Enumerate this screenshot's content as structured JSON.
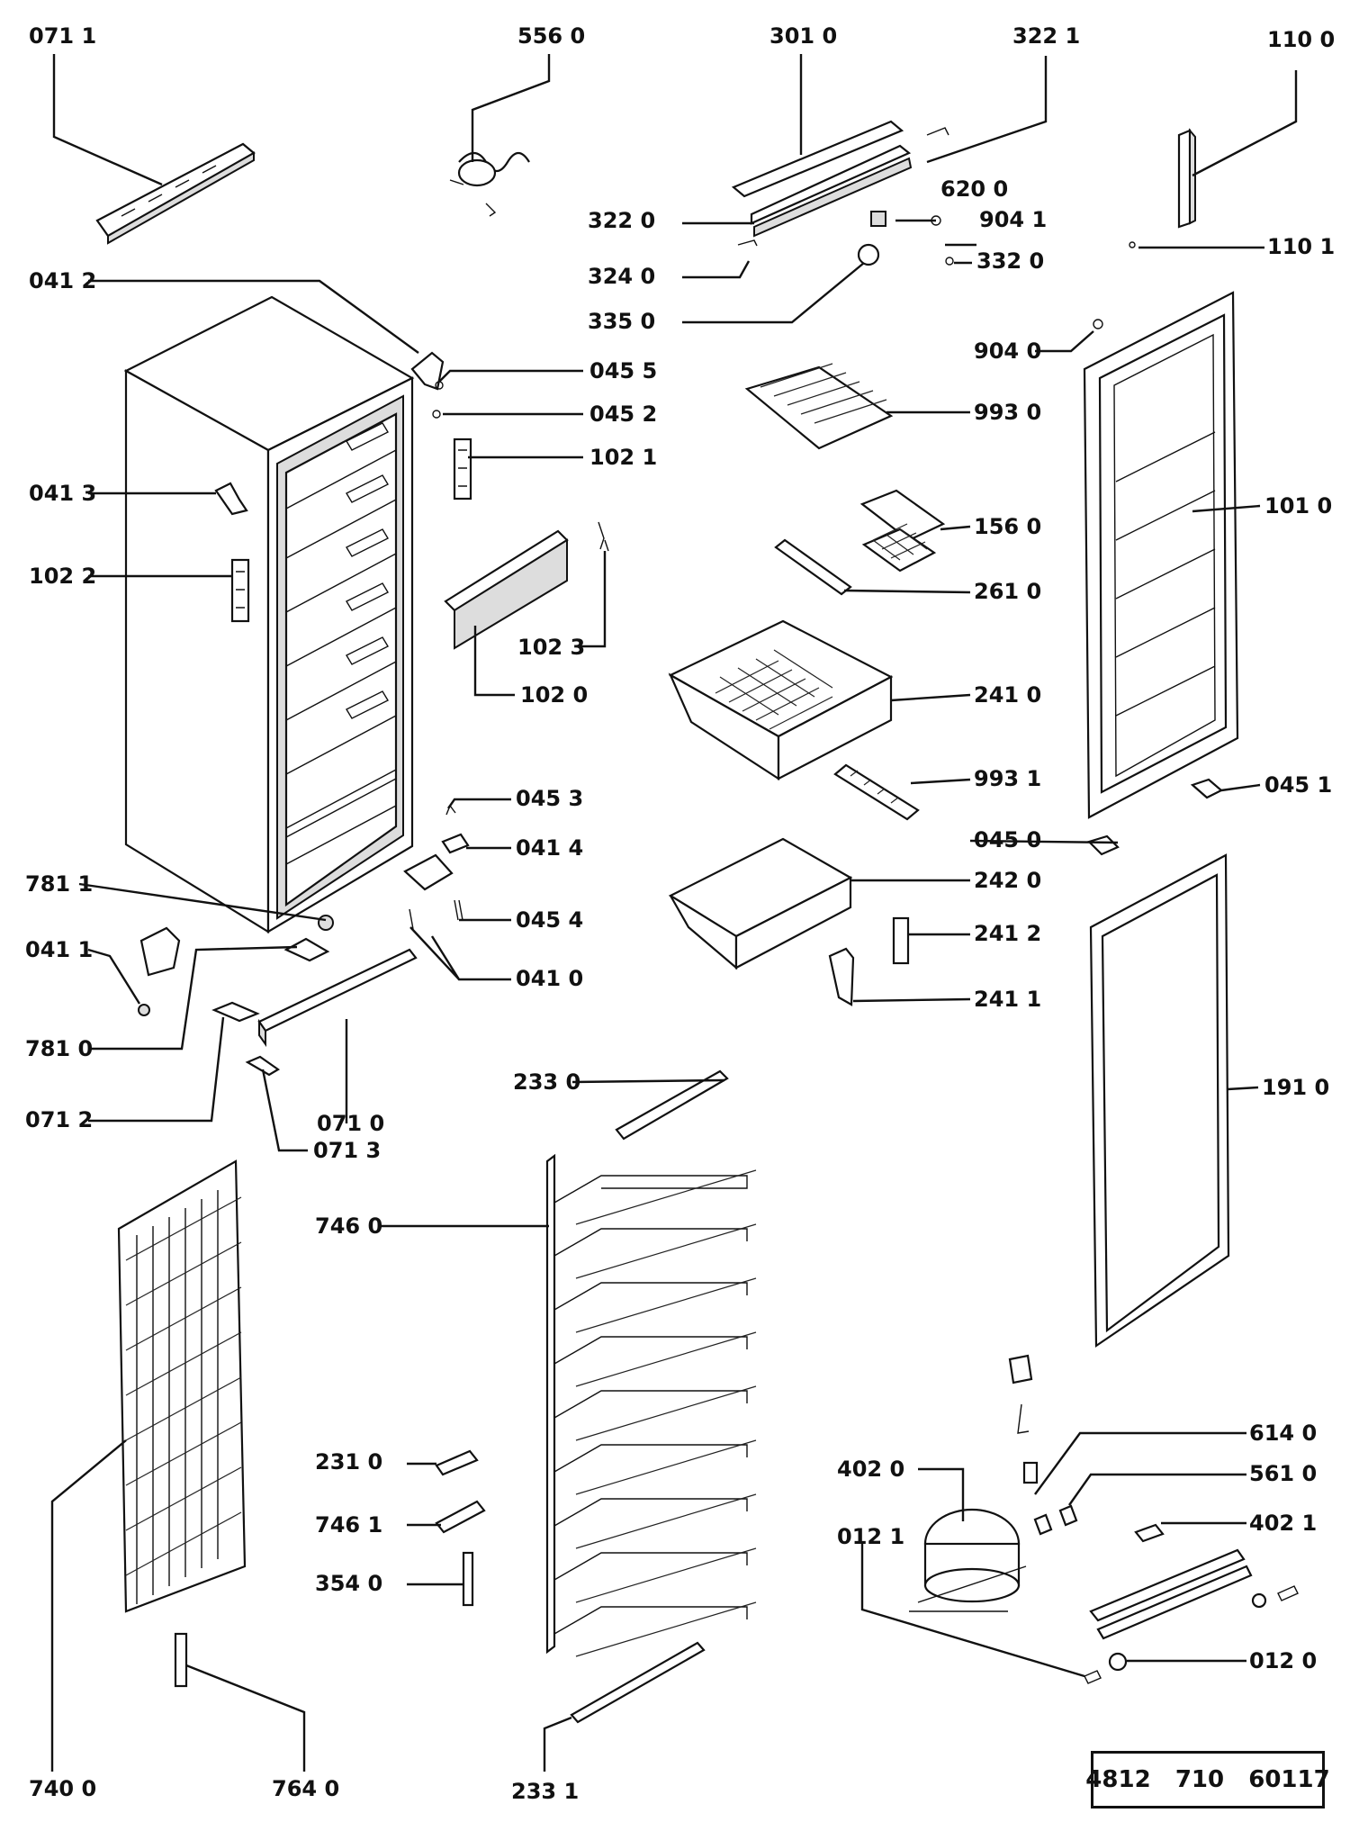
{
  "labels": [
    "071 1",
    "556 0",
    "301 0",
    "322 1",
    "110 0",
    "620 0",
    "904 1",
    "322 0",
    "332 0",
    "110 1",
    "324 0",
    "335 0",
    "041 2",
    "904 0",
    "045 5",
    "045 2",
    "993 0",
    "102 1",
    "041 3",
    "101 0",
    "156 0",
    "102 2",
    "261 0",
    "102 3",
    "102 0",
    "241 0",
    "993 1",
    "045 3",
    "045 1",
    "041 4",
    "045 0",
    "781 1",
    "242 0",
    "045 4",
    "041 1",
    "241 2",
    "041 0",
    "241 1",
    "781 0",
    "233 0",
    "191 0",
    "071 2",
    "071 0",
    "071 3",
    "746 0",
    "614 0",
    "231 0",
    "402 0",
    "561 0",
    "746 1",
    "402 1",
    "012 1",
    "354 0",
    "012 0",
    "740 0",
    "764 0",
    "233 1"
  ],
  "document_number": "4812   710   60117"
}
